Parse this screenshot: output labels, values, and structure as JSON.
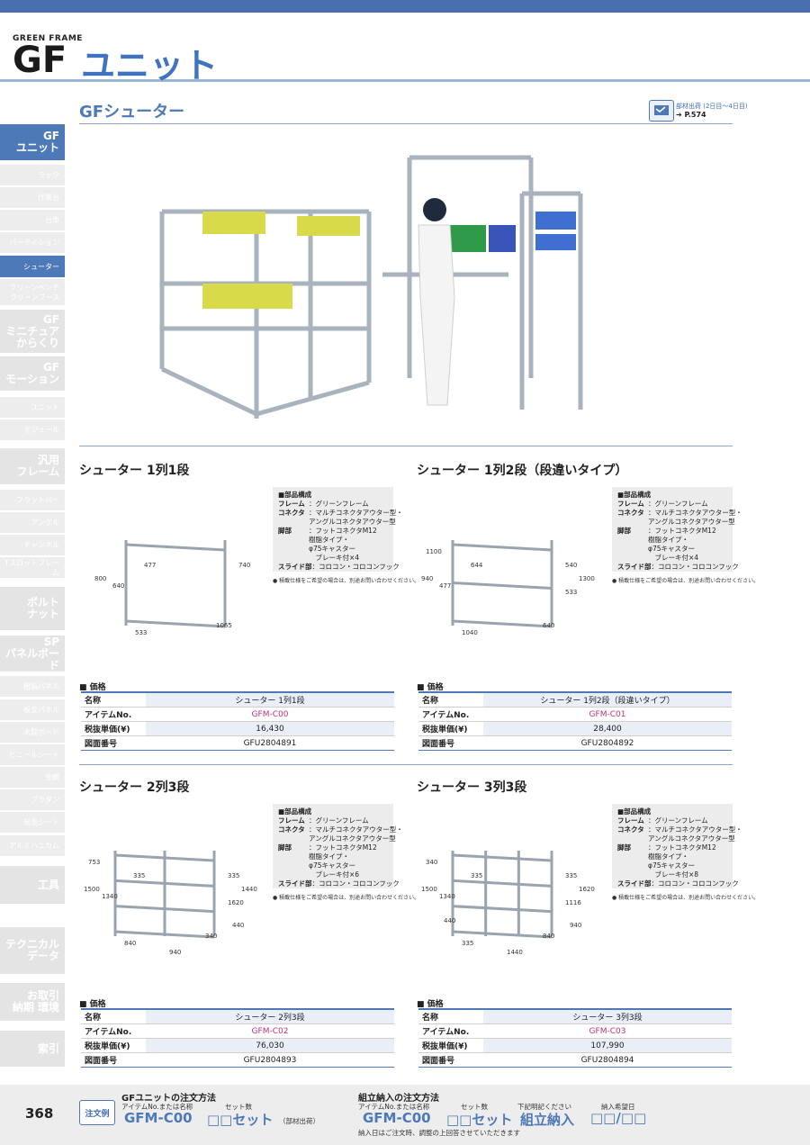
{
  "header": {
    "brand_small": "GREEN FRAME",
    "brand_gf": "GF",
    "brand_title": "ユニット"
  },
  "section": {
    "title": "GFシューター",
    "ship_line1": "部材出荷 (2日目〜4日目)",
    "ship_line2": "➔ P.574"
  },
  "sidebar": [
    {
      "label": "GF\nユニット",
      "type": "big",
      "active": true
    },
    {
      "label": "ラック",
      "type": "small"
    },
    {
      "label": "作業台",
      "type": "small"
    },
    {
      "label": "台車",
      "type": "small"
    },
    {
      "label": "パーティション",
      "type": "small"
    },
    {
      "label": "シューター",
      "type": "small",
      "active": true
    },
    {
      "label": "クリーンベンチ\nクリーンブース",
      "type": "small"
    },
    {
      "label": "GF\nミニチュア\nからくり",
      "type": "big"
    },
    {
      "label": "GF\nモーション",
      "type": "big"
    },
    {
      "label": "ユニット",
      "type": "small"
    },
    {
      "label": "モジュール",
      "type": "small"
    },
    {
      "label": "汎用\nフレーム",
      "type": "big"
    },
    {
      "label": "フラットバー",
      "type": "small"
    },
    {
      "label": "アングル",
      "type": "small"
    },
    {
      "label": "チャンネル",
      "type": "small"
    },
    {
      "label": "Tスロットフレーム",
      "type": "small"
    },
    {
      "label": "ボルト\nナット",
      "type": "big"
    },
    {
      "label": "SP\nパネルボード",
      "type": "big"
    },
    {
      "label": "樹脂パネル",
      "type": "small"
    },
    {
      "label": "板金パネル",
      "type": "small"
    },
    {
      "label": "木製ボード",
      "type": "small"
    },
    {
      "label": "ビニールシート",
      "type": "small"
    },
    {
      "label": "金網",
      "type": "small"
    },
    {
      "label": "プラダン",
      "type": "small"
    },
    {
      "label": "発泡シート",
      "type": "small"
    },
    {
      "label": "アルミハニカム",
      "type": "small"
    },
    {
      "label": "工具",
      "type": "big"
    },
    {
      "label": "テクニカル\nデータ",
      "type": "big"
    },
    {
      "label": "お取引\n納期 環境",
      "type": "big"
    },
    {
      "label": "索引",
      "type": "big"
    }
  ],
  "spec_common": {
    "head": "■部品構成",
    "frame_k": "フレーム",
    "frame_v": "：グリーンフレーム",
    "conn_k": "コネクタ",
    "conn_v1": "：マルチコネクタアウター型・",
    "conn_v2": "アングルコネクタアウター型",
    "leg_k": "脚部",
    "leg_v1": "：フットコネクタM12",
    "leg_v2": "樹脂タイプ・",
    "leg_v3": "φ75キャスター",
    "slide_k": "スライド部",
    "slide_v": "：コロコン・コロコンフック",
    "note": "● 積載仕様をご希望の場合は、別途お問い合わせください。",
    "price_head": "■ 価格",
    "row_name": "名称",
    "row_item": "アイテムNo.",
    "row_price": "税抜単価(¥)",
    "row_drawing": "図面番号"
  },
  "products": [
    {
      "title": "シューター 1列1段",
      "name": "シューター 1列1段",
      "item": "GFM-C00",
      "price": "16,430",
      "drawing": "GFU2804891",
      "brake": "ブレーキ付×4",
      "dims": [
        "800",
        "640",
        "477",
        "740",
        "533",
        "1065"
      ]
    },
    {
      "title": "シューター 1列2段（段違いタイプ）",
      "name": "シューター 1列2段（段違いタイプ）",
      "item": "GFM-C01",
      "price": "28,400",
      "drawing": "GFU2804892",
      "brake": "ブレーキ付×4",
      "dims": [
        "940",
        "477",
        "644",
        "540",
        "1040",
        "640",
        "1100",
        "533",
        "1300"
      ]
    },
    {
      "title": "シューター 2列3段",
      "name": "シューター 2列3段",
      "item": "GFM-C02",
      "price": "76,030",
      "drawing": "GFU2804893",
      "brake": "ブレーキ付×6",
      "dims": [
        "1500",
        "1340",
        "335",
        "335",
        "840",
        "340",
        "753",
        "1620",
        "1440",
        "940",
        "440"
      ]
    },
    {
      "title": "シューター 3列3段",
      "name": "シューター 3列3段",
      "item": "GFM-C03",
      "price": "107,990",
      "drawing": "GFU2804894",
      "brake": "ブレーキ付×8",
      "dims": [
        "1500",
        "1340",
        "335",
        "335",
        "335",
        "840",
        "340",
        "1116",
        "1620",
        "1440",
        "940",
        "440"
      ]
    }
  ],
  "footer": {
    "page": "368",
    "order_example": "注文例",
    "left_title": "GFユニットの注文方法",
    "left_col1": "アイテムNo.または名称",
    "left_col2": "セット数",
    "left_item": "GFM-C00",
    "left_set": "□□セット",
    "left_note": "（部材出荷）",
    "right_title": "組立納入の注文方法",
    "right_col1": "アイテムNo.または名称",
    "right_col2": "セット数",
    "right_col3": "下記明記ください",
    "right_col4": "納入希望日",
    "right_item": "GFM-C00",
    "right_set": "□□セット",
    "right_assembly": "組立納入",
    "right_date": "□□/□□",
    "right_note": "納入日はご注文時、調整の上回答させていただきます"
  }
}
